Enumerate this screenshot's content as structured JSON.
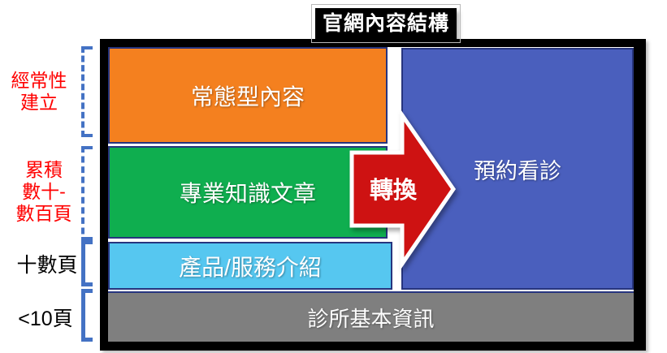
{
  "title": "官網內容結構",
  "left_labels": [
    {
      "text": "經常性\n建立"
    },
    {
      "text": "累積\n數十-\n數百頁"
    },
    {
      "text": "十數頁"
    },
    {
      "text": "<10頁"
    }
  ],
  "diagram": {
    "regular_content": "常態型內容",
    "knowledge_articles": "專業知識文章",
    "product_service": "產品/服務介紹",
    "clinic_info": "診所基本資訊",
    "appointment": "預約看診",
    "conversion": "轉換"
  },
  "colors": {
    "orange_box": "#F4801F",
    "green_box": "#0FAE4F",
    "sky_box": "#56C7F0",
    "blue_box": "#4A5FBD",
    "gray_box": "#7F7F7F",
    "arrow_red": "#CE1212",
    "navy_border": "#27357E",
    "bracket_blue": "#4472C4",
    "label_red": "#FF0000",
    "title_bg": "#000000",
    "title_text": "#FFFFFF"
  }
}
